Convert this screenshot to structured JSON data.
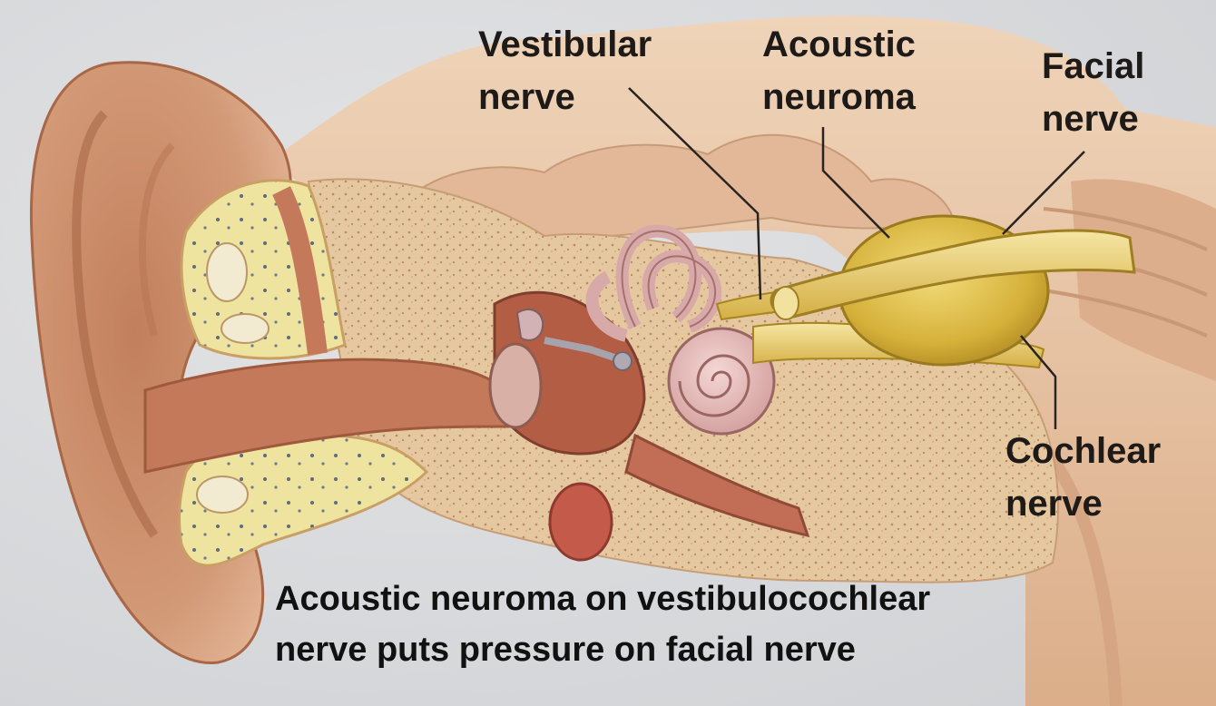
{
  "labels": {
    "vestibular": {
      "line1": "Vestibular",
      "line2": "nerve"
    },
    "acoustic": {
      "line1": "Acoustic",
      "line2": "neuroma"
    },
    "facial": {
      "line1": "Facial",
      "line2": "nerve"
    },
    "cochlear": {
      "line1": "Cochlear",
      "line2": "nerve"
    }
  },
  "caption": {
    "line1": "Acoustic neuroma on vestibulocochlear",
    "line2": "nerve puts pressure on facial nerve"
  },
  "colors": {
    "background": "#d9dadc",
    "skin": "#c98b6a",
    "bone": "#e8c9a0",
    "marrow": "#efe08a",
    "nerve": "#e3c25a",
    "tumor": "#c9a32e",
    "cochlea": "#e3b3b0",
    "brain": "#e8c4a4",
    "leader_line": "#2a2420"
  }
}
